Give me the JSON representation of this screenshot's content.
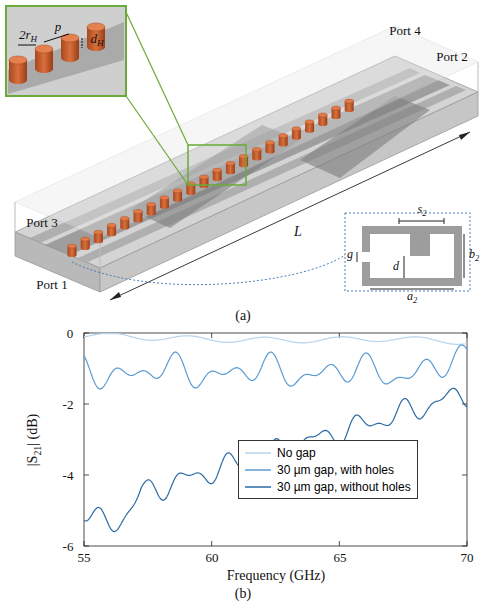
{
  "diagram": {
    "labels": [
      "Port 4",
      "Port 2",
      "Port 3",
      "Port 1",
      "L",
      "2rH",
      "p",
      "dH",
      "s2",
      "g",
      "d",
      "b2",
      "a2",
      "(a)",
      "0",
      "-2",
      "-4",
      "-6",
      "55",
      "60",
      "65",
      "70",
      "|S21| (dB)",
      "Frequency (GHz)",
      "(b)"
    ],
    "legend": [
      {
        "text": "No gap"
      },
      {
        "text": "30 µm gap, with holes"
      },
      {
        "text": "30 µm gap, without holes"
      }
    ]
  }
}
